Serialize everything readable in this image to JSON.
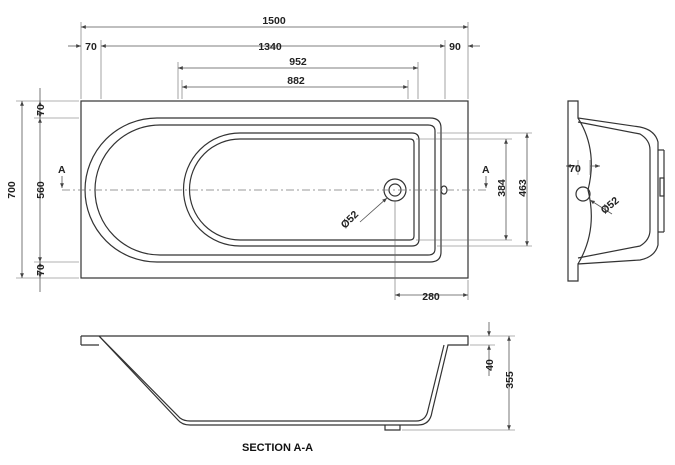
{
  "dimensions": {
    "overall_length": "1500",
    "end_left": "70",
    "inner_length": "1340",
    "end_right": "90",
    "top_inner_952": "952",
    "top_inner_882": "882",
    "overall_width": "700",
    "rim_top": "70",
    "inner_width": "560",
    "rim_bottom": "70",
    "basin_width_463": "463",
    "basin_width_384": "384",
    "waste_offset": "280",
    "waste_dia_plan": "Ø52",
    "waste_dia_end": "Ø52",
    "end_rim": "70",
    "rim_height": "40",
    "total_height": "355"
  },
  "section_markers": {
    "left": "A",
    "right": "A"
  },
  "labels": {
    "section_title": "SECTION A-A"
  }
}
